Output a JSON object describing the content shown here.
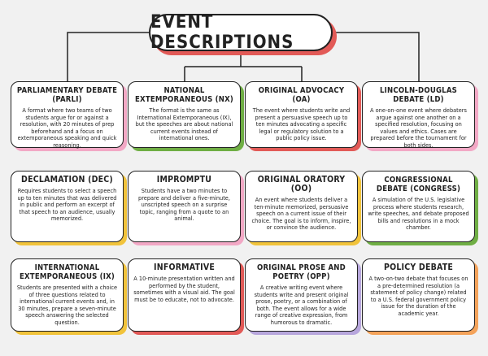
{
  "title": "EVENT DESCRIPTIONS",
  "cards": [
    {
      "title": "PARLIAMENTARY DEBATE (PARLI)",
      "desc": "A format where two teams of two students argue for or against a resolution, with 20 minutes of prep beforehand and a focus on extemporaneous speaking and quick reasoning.",
      "shadow": "#f2a8c5"
    },
    {
      "title": "NATIONAL EXTEMPORANEOUS (NX)",
      "desc": "The format is the same as International Extemporaneous (IX), but the speeches are about national current events instead of international ones.",
      "shadow": "#6fae44"
    },
    {
      "title": "ORIGINAL ADVOCACY (OA)",
      "desc": "The event where students write and present a persuasive speech up to ten minutes advocating a specific legal or regulatory solution to a public policy issue.",
      "shadow": "#e25a57"
    },
    {
      "title": "LINCOLN-DOUGLAS DEBATE (LD)",
      "desc": "A one-on-one event where debaters argue against one another on a specified resolution, focusing on values and ethics. Cases are prepared before the tournament for both sides.",
      "shadow": "#f2a8c5"
    },
    {
      "title": "DECLAMATION (DEC)",
      "desc": "Requires students to select a speech up to ten minutes that was delivered in public and perform an excerpt of that speech to an audience, usually memorized.",
      "shadow": "#f1c33b"
    },
    {
      "title": "IMPROMPTU",
      "desc": "Students have a two minutes to prepare and deliver a five-minute, unscripted speech on a surprise topic, ranging from a quote to an animal.",
      "shadow": "#f2a8c5"
    },
    {
      "title": "ORIGINAL ORATORY (OO)",
      "desc": "An event where students deliver a ten-minute memorized, persuasive speech on a current issue of their choice. The goal is to inform, inspire, or convince the audience.",
      "shadow": "#f1c33b"
    },
    {
      "title": "CONGRESSIONAL DEBATE (CONGRESS)",
      "desc": "A simulation of the U.S. legislative process where students research, write speeches, and debate proposed bills and resolutions in a mock chamber.",
      "shadow": "#6fae44"
    },
    {
      "title": "INTERNATIONAL EXTEMPORANEOUS (IX)",
      "desc": "Students are presented with a choice of three questions related to international current events and, in 30 minutes, prepare a seven-minute speech answering the selected question.",
      "shadow": "#f1c33b"
    },
    {
      "title": "INFORMATIVE",
      "desc": "A 10-minute presentation written and performed by the student, sometimes with a visual aid. The goal must be to educate, not to advocate.",
      "shadow": "#e25a57"
    },
    {
      "title": "ORIGINAL PROSE AND POETRY (OPP)",
      "desc": "A creative writing event where students write and present original prose, poetry, or a combination of both. The event allows for a wide range of creative expression, from humorous to dramatic.",
      "shadow": "#b7a6dc"
    },
    {
      "title": "POLICY DEBATE",
      "desc": "A two-on-two debate that focuses on a pre-determined resolution (a statement of policy change) related to a U.S. federal government policy issue for the duration of the academic year.",
      "shadow": "#f4a35a"
    }
  ]
}
